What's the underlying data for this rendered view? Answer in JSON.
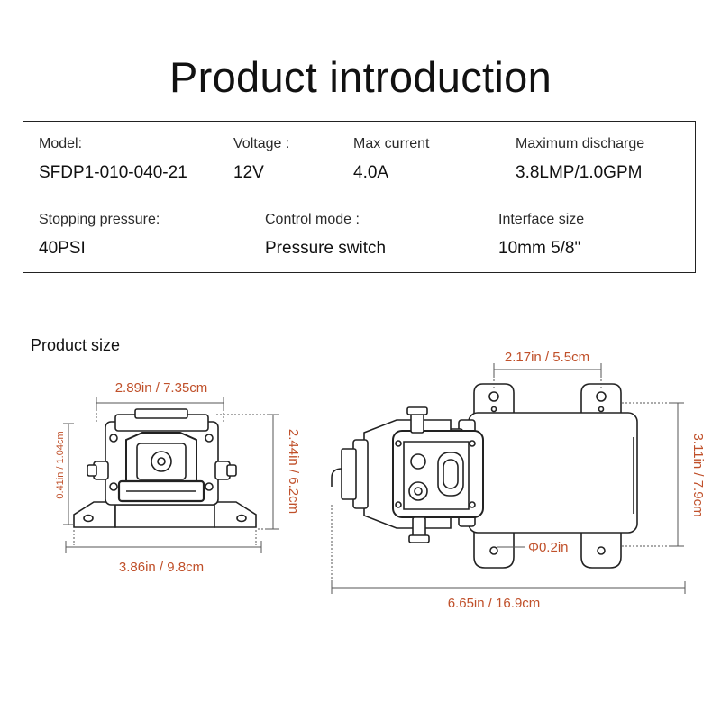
{
  "title": "Product introduction",
  "specs": {
    "model": {
      "label": "Model:",
      "value": "SFDP1-010-040-21"
    },
    "voltage": {
      "label": "Voltage :",
      "value": "12V"
    },
    "max_current": {
      "label": "Max current",
      "value": "4.0A"
    },
    "max_discharge": {
      "label": "Maximum discharge",
      "value": "3.8LMP/1.0GPM"
    },
    "stopping_pressure": {
      "label": "Stopping pressure:",
      "value": "40PSI"
    },
    "control_mode": {
      "label": "Control mode :",
      "value": "Pressure switch"
    },
    "interface_size": {
      "label": "Interface size",
      "value": "10mm 5/8\""
    }
  },
  "product_size": {
    "title": "Product size",
    "front_view": {
      "width_top": "2.89in / 7.35cm",
      "width_bottom": "3.86in / 9.8cm",
      "height": "2.44in / 6.2cm",
      "inlet_height": "0.41in / 1.04cm"
    },
    "side_view": {
      "mount_spacing": "2.17in / 5.5cm",
      "height": "3.11in / 7.9cm",
      "hole_diameter": "Φ0.2in",
      "length": "6.65in / 16.9cm"
    }
  },
  "colors": {
    "dimension": "#c0502a",
    "line": "#222222"
  }
}
